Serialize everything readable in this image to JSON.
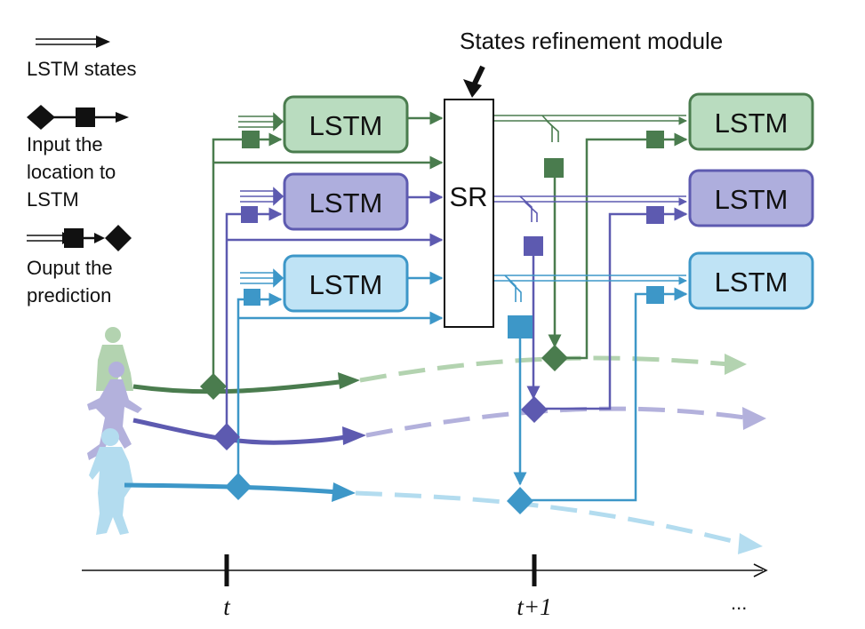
{
  "legend": {
    "states_label": "LSTM states",
    "input_label_1": "Input the",
    "input_label_2": "location to",
    "input_label_3": "LSTM",
    "output_label_1": "Ouput the",
    "output_label_2": "prediction"
  },
  "module_title": "States refinement module",
  "sr_label": "SR",
  "lstm_label": "LSTM",
  "timeline": {
    "t_label": "t",
    "t1_label": "t+1",
    "ellipsis": "..."
  },
  "colors": {
    "green": "#4a7c4e",
    "green_fill": "#b9dcbf",
    "green_light": "#b3d3b0",
    "purple": "#5d5ab0",
    "purple_fill": "#aeaedd",
    "purple_light": "#b3b1dc",
    "blue": "#3d97c8",
    "blue_fill": "#bfe3f5",
    "blue_light": "#b3dcef"
  }
}
